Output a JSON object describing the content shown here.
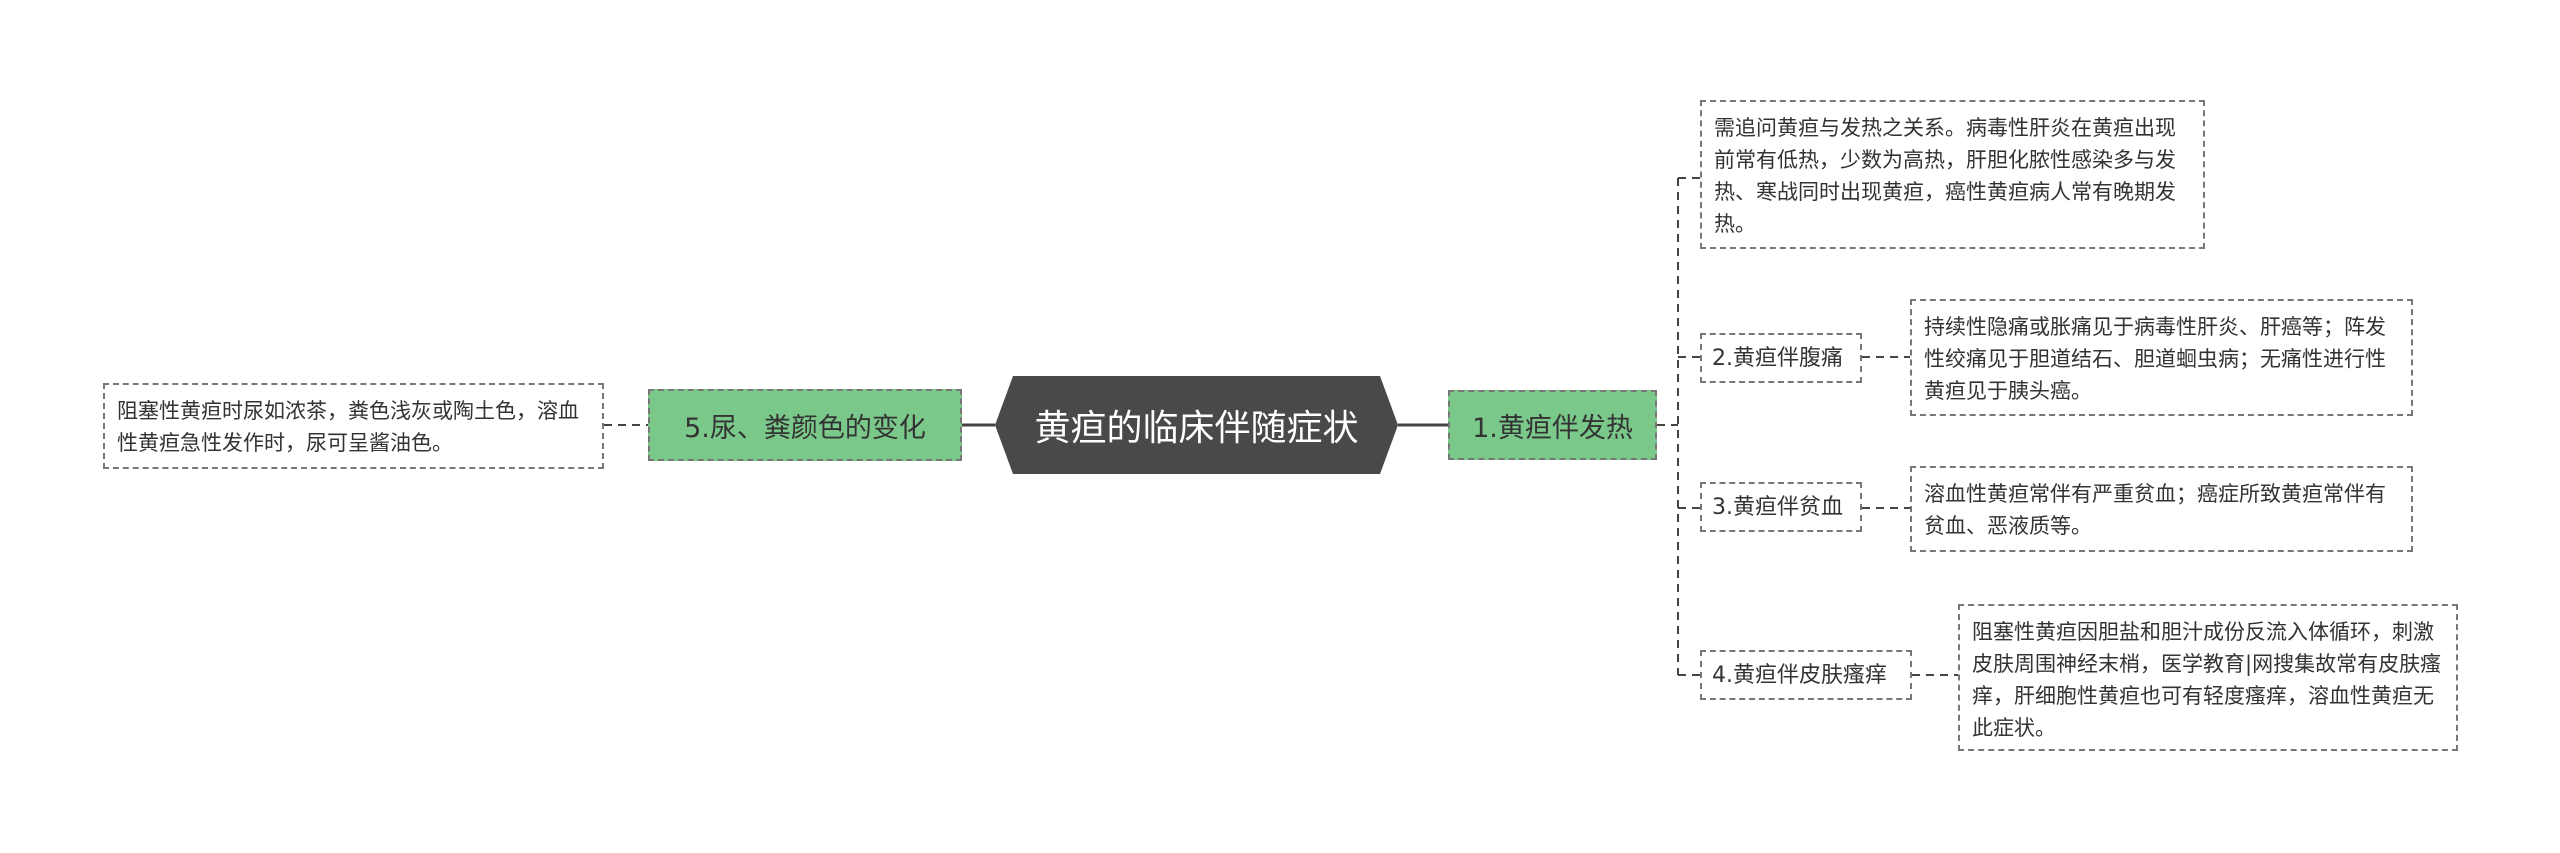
{
  "root": {
    "label": "黄疸的临床伴随症状"
  },
  "left": {
    "branch": "5.尿、粪颜色的变化",
    "note": "阻塞性黄疸时尿如浓茶，粪色浅灰或陶土色，溶血性黄疸急性发作时，尿可呈酱油色。"
  },
  "right": {
    "branch": "1.黄疸伴发热",
    "children": [
      {
        "label": "",
        "note": "需追问黄疸与发热之关系。病毒性肝炎在黄疸出现前常有低热，少数为高热，肝胆化脓性感染多与发热、寒战同时出现黄疸，癌性黄疸病人常有晚期发热。"
      },
      {
        "label": "2.黄疸伴腹痛",
        "note": "持续性隐痛或胀痛见于病毒性肝炎、肝癌等；阵发性绞痛见于胆道结石、胆道蛔虫病；无痛性进行性黄疸见于胰头癌。"
      },
      {
        "label": "3.黄疸伴贫血",
        "note": "溶血性黄疸常伴有严重贫血；癌症所致黄疸常伴有贫血、恶液质等。"
      },
      {
        "label": "4.黄疸伴皮肤瘙痒",
        "note": "阻塞性黄疸因胆盐和胆汁成份反流入体循环，刺激皮肤周围神经末梢，医学教育|网搜集故常有皮肤瘙痒，肝细胞性黄疸也可有轻度瘙痒，溶血性黄疸无此症状。"
      }
    ]
  },
  "colors": {
    "root_fill": "#4b4848",
    "branch_fill": "#7bc98a",
    "line": "#444444"
  }
}
